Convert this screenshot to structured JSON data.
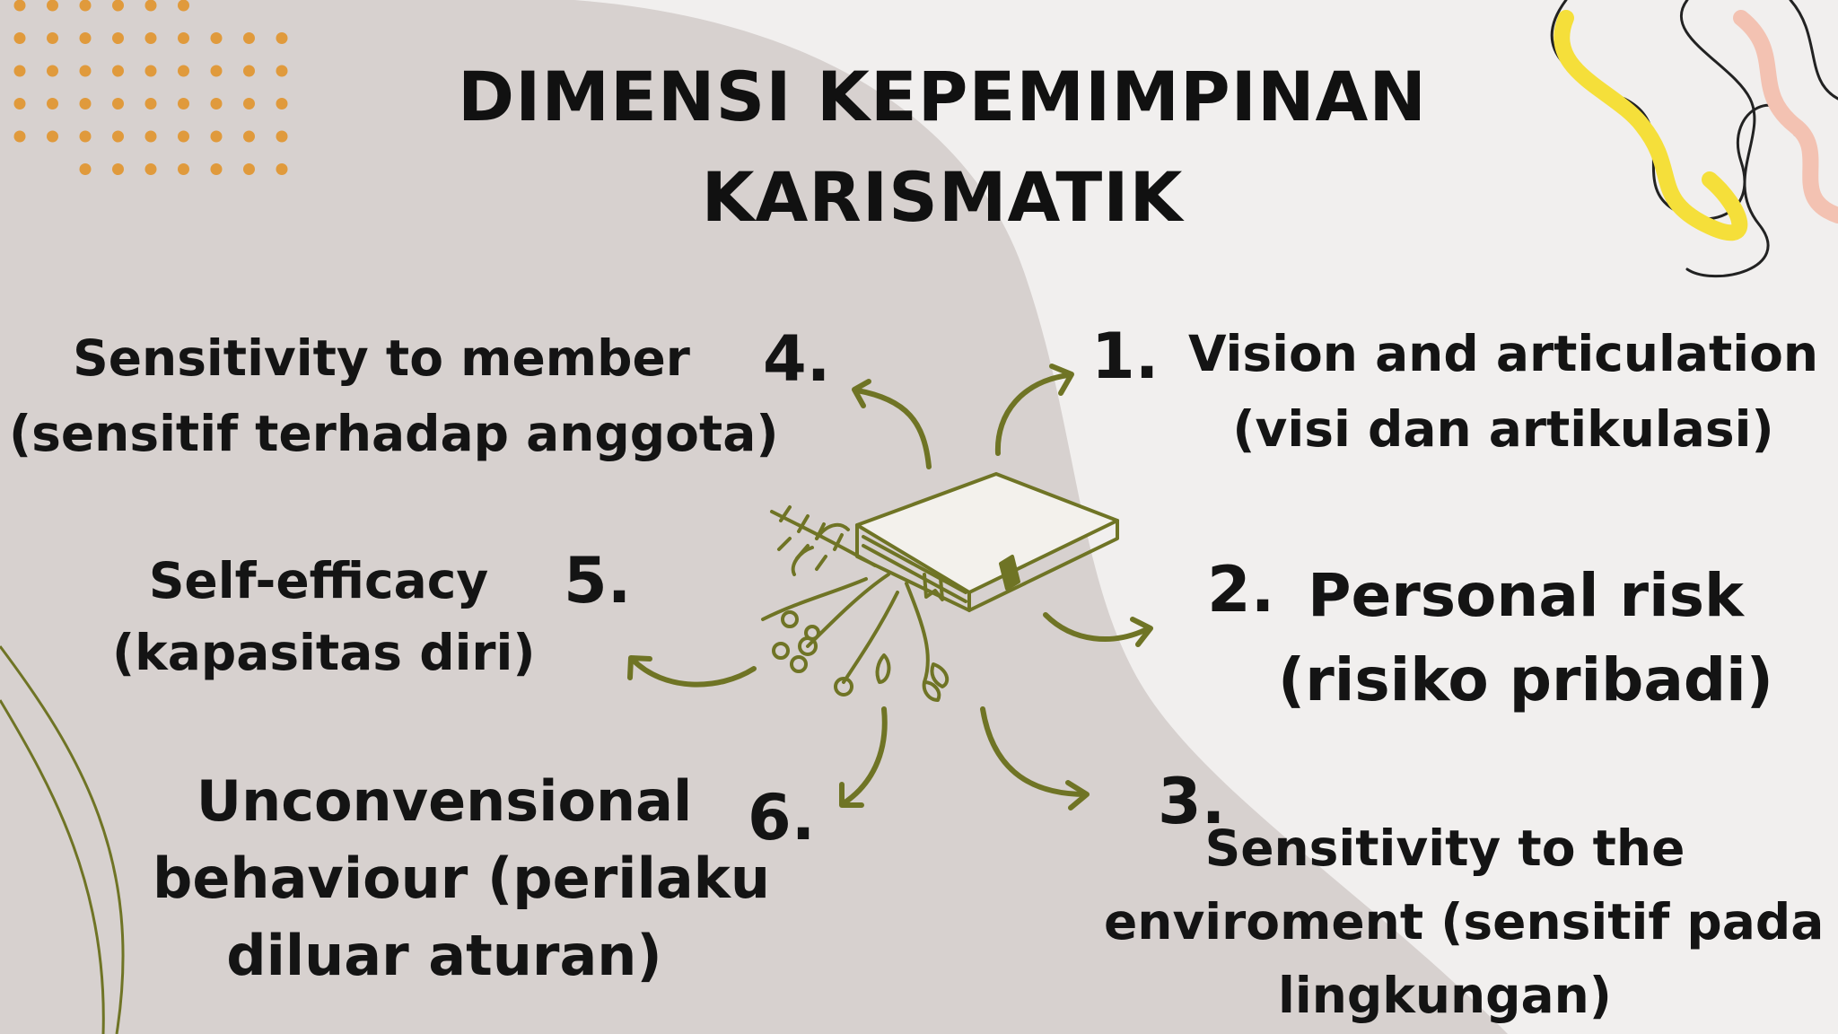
{
  "title": {
    "line1": "DIMENSI KEPEMIMPINAN",
    "line2": "KARISMATIK"
  },
  "items": [
    {
      "number": "1.",
      "line1": "Vision and articulation",
      "line2": "(visi dan artikulasi)"
    },
    {
      "number": "2.",
      "line1": "Personal risk",
      "line2": "(risiko pribadi)"
    },
    {
      "number": "3.",
      "line1": "Sensitivity to the",
      "line2": "enviroment (sensitif pada",
      "line3": "lingkungan)"
    },
    {
      "number": "4.",
      "line1": "Sensitivity to member",
      "line2": "(sensitif terhadap anggota)"
    },
    {
      "number": "5.",
      "line1": "Self-efficacy",
      "line2": "(kapasitas diri)"
    },
    {
      "number": "6.",
      "line1": "Unconvensional",
      "line2": "behaviour (perilaku",
      "line3": "diluar aturan)"
    }
  ],
  "colors": {
    "background": "#f1efee",
    "blob": "#d7d1cf",
    "accent_olive": "#6f7425",
    "dots_orange": "#e09a3c",
    "squiggle_yellow": "#f5df3a",
    "squiggle_peach": "#f3c2b2",
    "text": "#141414"
  },
  "icons": {
    "center": "book-with-flowers-icon",
    "arrows": "curved-arrow-icon"
  }
}
